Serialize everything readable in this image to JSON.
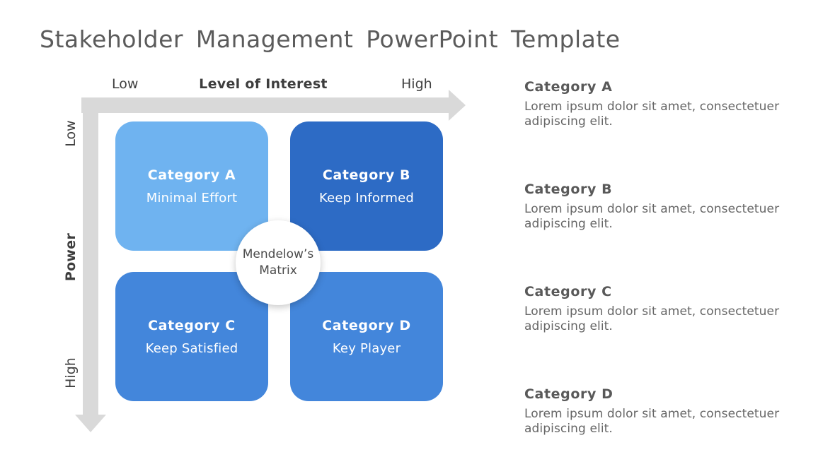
{
  "slide": {
    "title": "Stakeholder Management PowerPoint Template"
  },
  "matrix": {
    "x_axis": {
      "title": "Level of Interest",
      "low_label": "Low",
      "high_label": "High"
    },
    "y_axis": {
      "title": "Power",
      "low_label": "Low",
      "high_label": "High"
    },
    "center_circle": {
      "line1": "Mendelow’s",
      "line2": "Matrix"
    },
    "quadrants": [
      {
        "title": "Category A",
        "subtitle": "Minimal Effort",
        "color": "#6FB3F0"
      },
      {
        "title": "Category B",
        "subtitle": "Keep Informed",
        "color": "#2D6BC5"
      },
      {
        "title": "Category C",
        "subtitle": "Keep Satisfied",
        "color": "#4386DB"
      },
      {
        "title": "Category D",
        "subtitle": "Key Player",
        "color": "#4386DB"
      }
    ]
  },
  "descriptions": [
    {
      "heading": "Category A",
      "body": "Lorem ipsum dolor sit amet, consectetuer adipiscing elit."
    },
    {
      "heading": "Category B",
      "body": "Lorem ipsum dolor sit amet, consectetuer adipiscing elit."
    },
    {
      "heading": "Category C",
      "body": "Lorem ipsum dolor sit amet, consectetuer adipiscing elit."
    },
    {
      "heading": "Category D",
      "body": "Lorem ipsum dolor sit amet, consectetuer adipiscing elit."
    }
  ],
  "colors": {
    "axis_arrow": "#d9d9d9",
    "title_text": "#5b5b5b",
    "axis_text": "#404040",
    "heading_text": "#595959",
    "body_text": "#666666",
    "quadrant_text": "#ffffff",
    "circle_text": "#4b4b4b"
  }
}
